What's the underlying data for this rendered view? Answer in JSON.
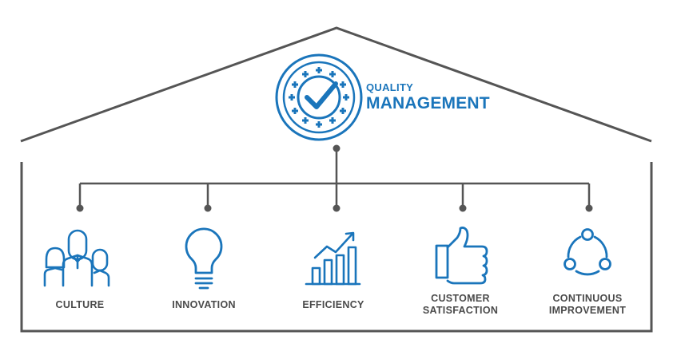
{
  "colors": {
    "accent": "#1a75bb",
    "frame": "#555555",
    "label": "#4a4a4a"
  },
  "title": {
    "line1": "QUALITY",
    "line2": "MANAGEMENT",
    "icon": "quality-badge-check-icon"
  },
  "pillars": [
    {
      "label_lines": [
        "CULTURE"
      ],
      "icon": "people-group-icon"
    },
    {
      "label_lines": [
        "INNOVATION"
      ],
      "icon": "light-bulb-icon"
    },
    {
      "label_lines": [
        "EFFICIENCY"
      ],
      "icon": "growth-chart-icon"
    },
    {
      "label_lines": [
        "CUSTOMER",
        "SATISFACTION"
      ],
      "icon": "thumbs-up-icon"
    },
    {
      "label_lines": [
        "CONTINUOUS",
        "IMPROVEMENT"
      ],
      "icon": "cycle-icon"
    }
  ]
}
